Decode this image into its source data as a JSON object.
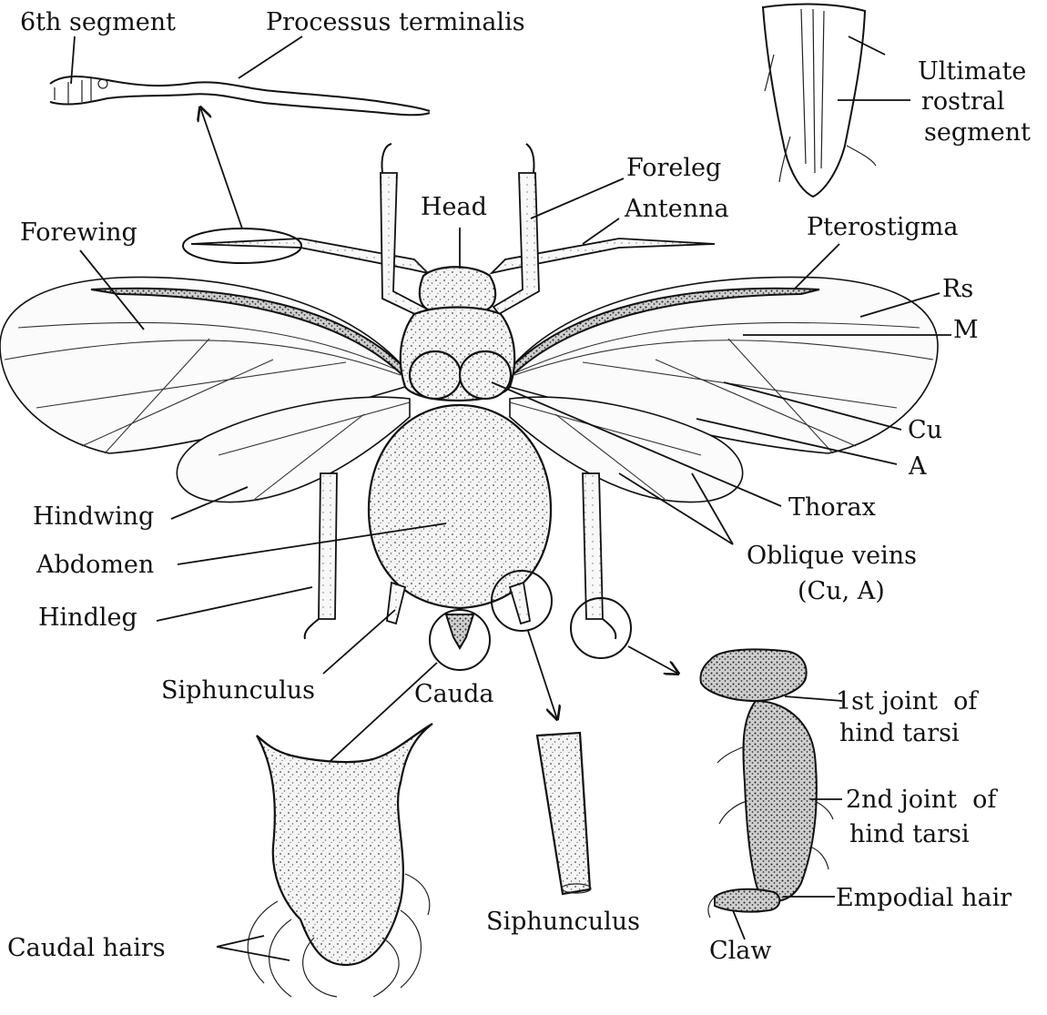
{
  "labels": {
    "sixth_segment": "6th segment",
    "processus_terminalis": "Processus terminalis",
    "ultimate_rostral_1": "Ultimate",
    "ultimate_rostral_2": "rostral",
    "ultimate_rostral_3": "segment",
    "foreleg": "Foreleg",
    "head": "Head",
    "antenna": "Antenna",
    "forewing": "Forewing",
    "pterostigma": "Pterostigma",
    "rs": "Rs",
    "m": "M",
    "cu": "Cu",
    "a": "A",
    "thorax": "Thorax",
    "hindwing": "Hindwing",
    "abdomen": "Abdomen",
    "oblique_veins_1": "Oblique veins",
    "oblique_veins_2": "(Cu, A)",
    "hindleg": "Hindleg",
    "siphunculus_main": "Siphunculus",
    "cauda": "Cauda",
    "first_joint_1": "1st joint  of",
    "first_joint_2": "hind tarsi",
    "second_joint_1": "2nd joint  of",
    "second_joint_2": "hind tarsi",
    "empodial_hair": "Empodial hair",
    "caudal_hairs": "Caudal hairs",
    "siphunculus_detail": "Siphunculus",
    "claw": "Claw"
  }
}
